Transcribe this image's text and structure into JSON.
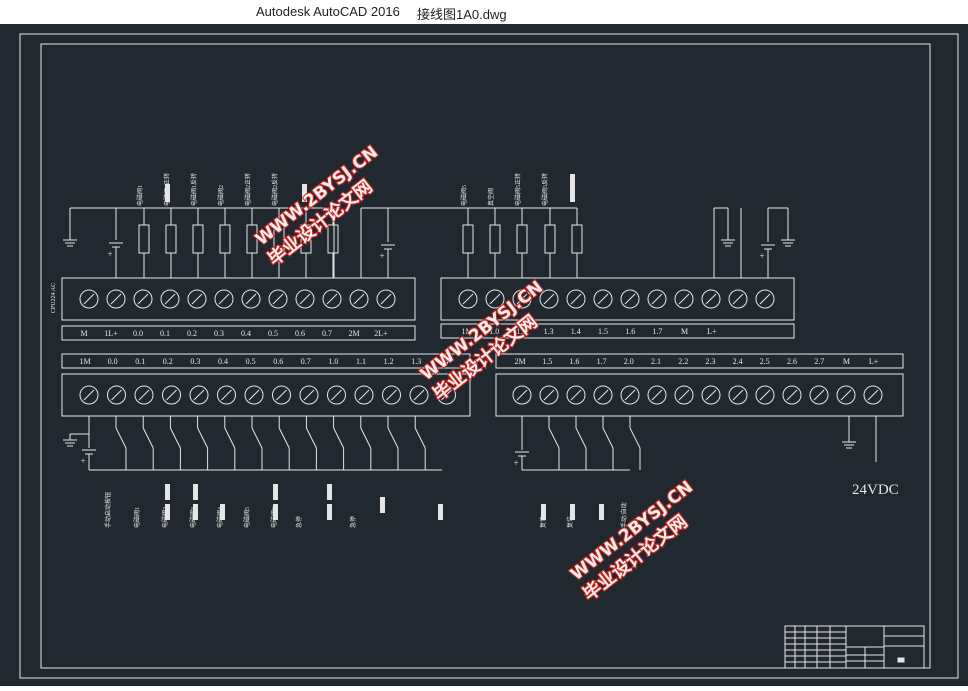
{
  "window": {
    "app": "Autodesk AutoCAD 2016",
    "file": "接线图1A0.dwg"
  },
  "colors": {
    "background": "#212830",
    "line": "#e6e6e6",
    "watermark": "#d9221b"
  },
  "top_left_module": {
    "side_label": "CPU224 AC",
    "terminals": [
      "M",
      "1L+",
      "0.0",
      "0.1",
      "0.2",
      "0.3",
      "0.4",
      "0.5",
      "0.6",
      "0.7",
      "2M",
      "2L+"
    ],
    "load_labels": [
      "电磁阀1",
      "电磁阀1正转",
      "电磁阀1反转",
      "电磁阀2",
      "电磁阀2正转",
      "电磁阀2反转"
    ]
  },
  "top_right_module": {
    "terminals": [
      "1M",
      "1.0",
      "1.2",
      "1.3",
      "1.4",
      "1.5",
      "1.6",
      "1.7",
      "M",
      "L+"
    ],
    "load_labels": [
      "电磁阀5",
      "真空阀",
      "电磁阀5正转",
      "电磁阀5反转"
    ]
  },
  "bottom_left_module": {
    "terminals": [
      "1M",
      "0.0",
      "0.1",
      "0.2",
      "0.3",
      "0.4",
      "0.5",
      "0.6",
      "0.7",
      "1.0",
      "1.1",
      "1.2",
      "1.3",
      "1.4"
    ],
    "switch_labels": [
      "手动启动按钮",
      "电磁阀1",
      "电磁阀2",
      "电磁阀3",
      "电磁阀4",
      "电磁阀5",
      "电磁阀6",
      "急停",
      "急停"
    ]
  },
  "bottom_right_module": {
    "terminals": [
      "2M",
      "1.5",
      "1.6",
      "1.7",
      "2.0",
      "2.1",
      "2.2",
      "2.3",
      "2.4",
      "2.5",
      "2.6",
      "2.7",
      "M",
      "L+"
    ],
    "switch_labels": [
      "复位",
      "复位",
      "手动/自动"
    ]
  },
  "supply_label": "24VDC",
  "watermarks": [
    {
      "line1": "WWW.2BYSJ.CN",
      "line2": "毕业设计论文网"
    },
    {
      "line1": "WWW.2BYSJ.CN",
      "line2": "毕业设计论文网"
    },
    {
      "line1": "WWW.2BYSJ.CN",
      "line2": "毕业设计论文网"
    }
  ]
}
